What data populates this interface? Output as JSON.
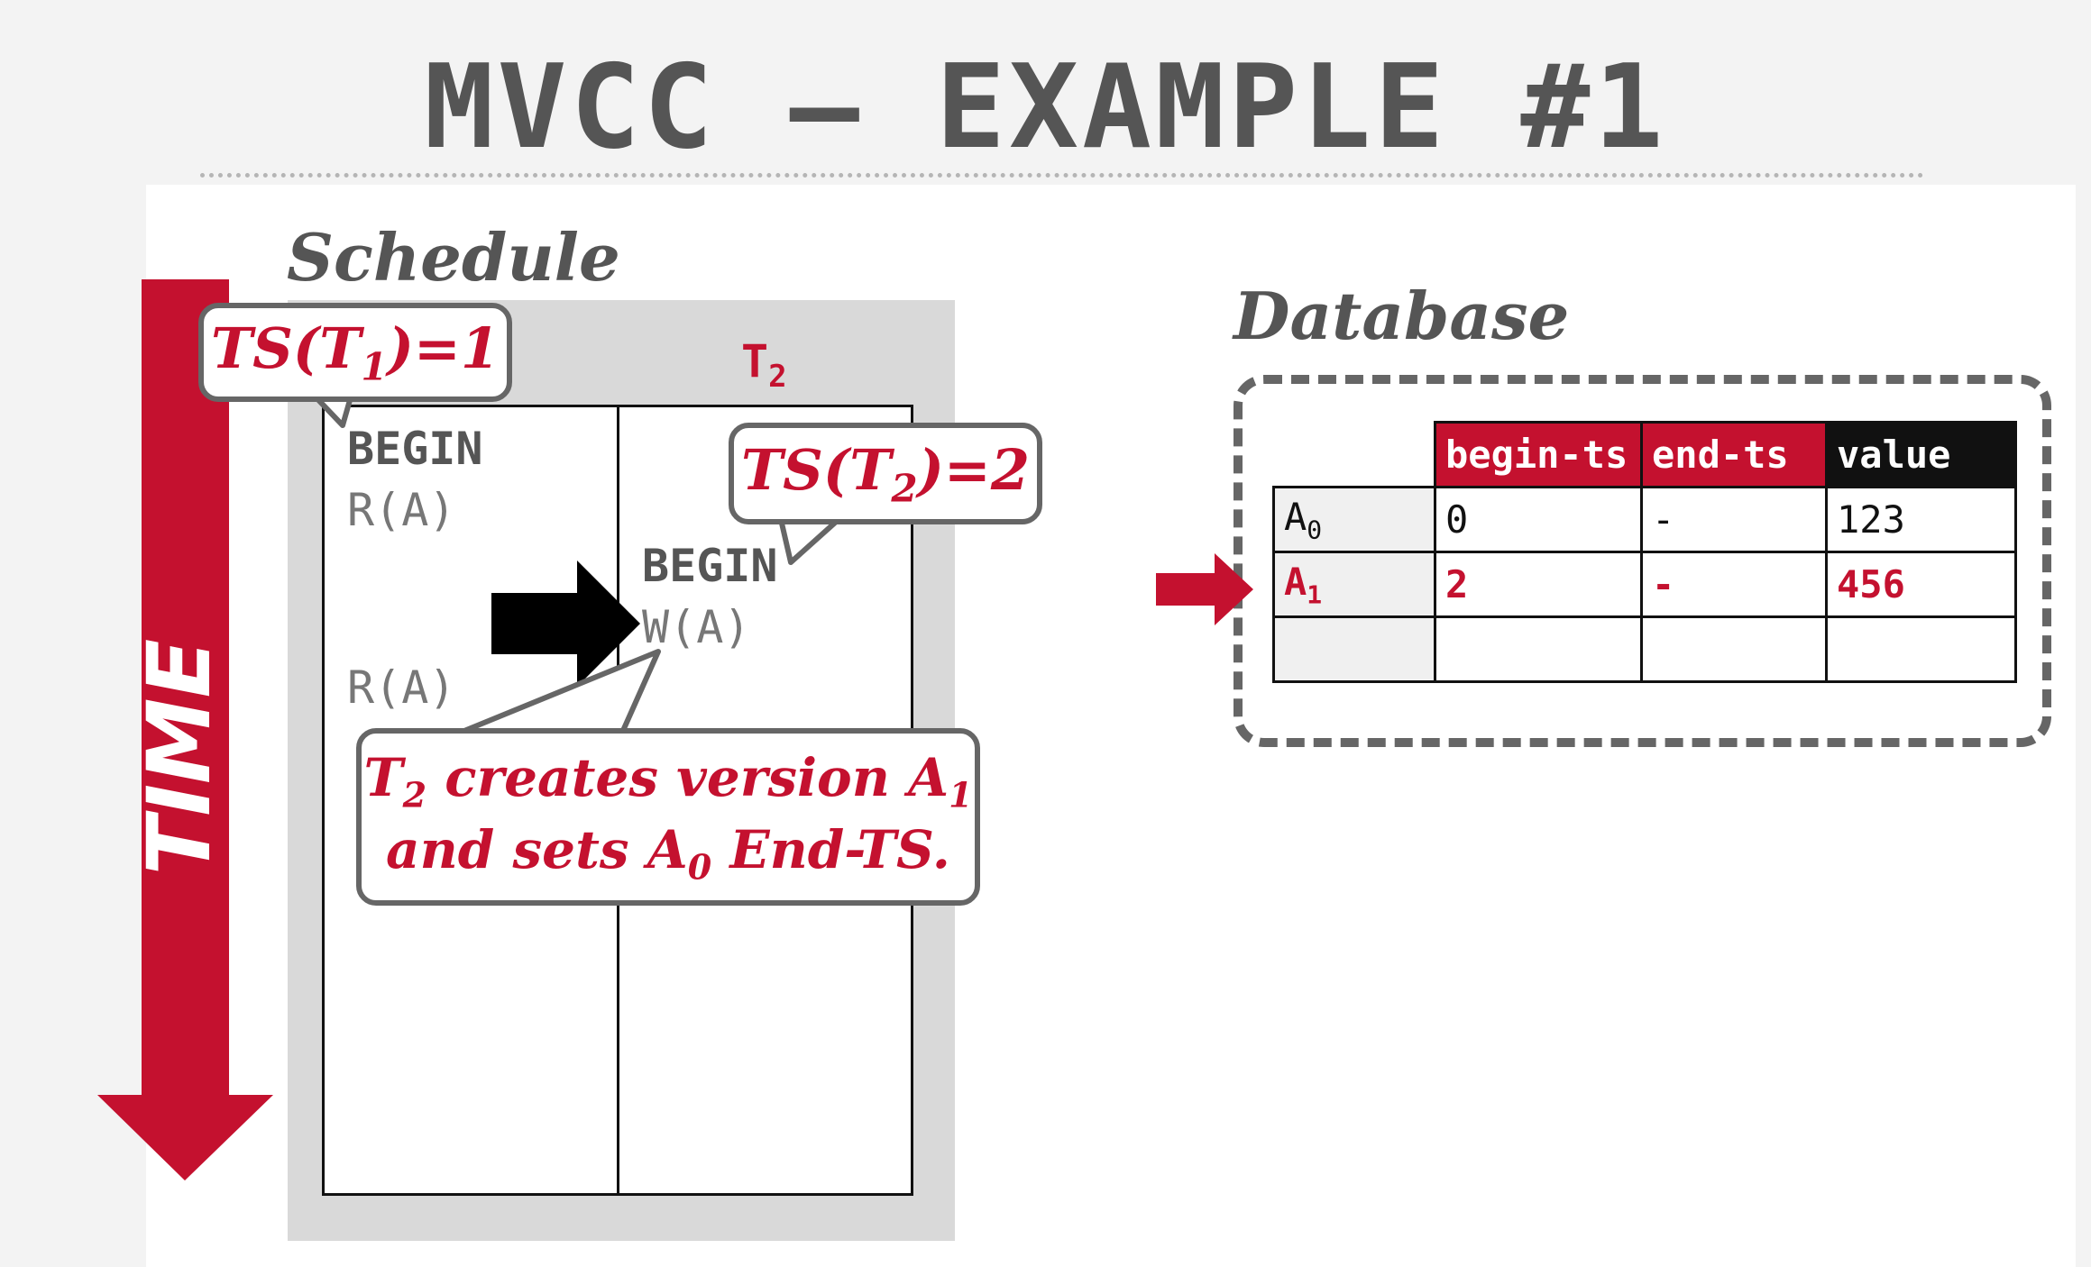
{
  "title": "MVCC – EXAMPLE #1",
  "time_label": "TIME",
  "schedule": {
    "label": "Schedule",
    "t2_header": {
      "letter": "T",
      "sub": "2"
    },
    "t1_ops": [
      "BEGIN",
      "R(A)",
      "R(A)"
    ],
    "t2_ops": [
      "BEGIN",
      "W(A)"
    ]
  },
  "callouts": {
    "ts_t1": {
      "prefix": "TS(T",
      "sub": "1",
      "suffix": ")=1"
    },
    "ts_t2": {
      "prefix": "TS(T",
      "sub": "2",
      "suffix": ")=2"
    },
    "note": {
      "line1_a": "T",
      "line1_sub": "2",
      "line1_b": " creates version A",
      "line1_sub2": "1",
      "line2_a": "and sets A",
      "line2_sub": "0",
      "line2_b": " End-TS."
    }
  },
  "database": {
    "label": "Database",
    "columns": [
      "begin-ts",
      "end-ts",
      "value"
    ],
    "rows": [
      {
        "version": "A",
        "version_sub": "0",
        "begin_ts": "0",
        "end_ts": "-",
        "value": "123"
      },
      {
        "version": "A",
        "version_sub": "1",
        "begin_ts": "2",
        "end_ts": "-",
        "value": "456"
      },
      {
        "version": "",
        "version_sub": "",
        "begin_ts": "",
        "end_ts": "",
        "value": ""
      }
    ]
  },
  "colors": {
    "accent_red": "#c4112f",
    "header_black": "#111111",
    "text_gray": "#555555"
  }
}
